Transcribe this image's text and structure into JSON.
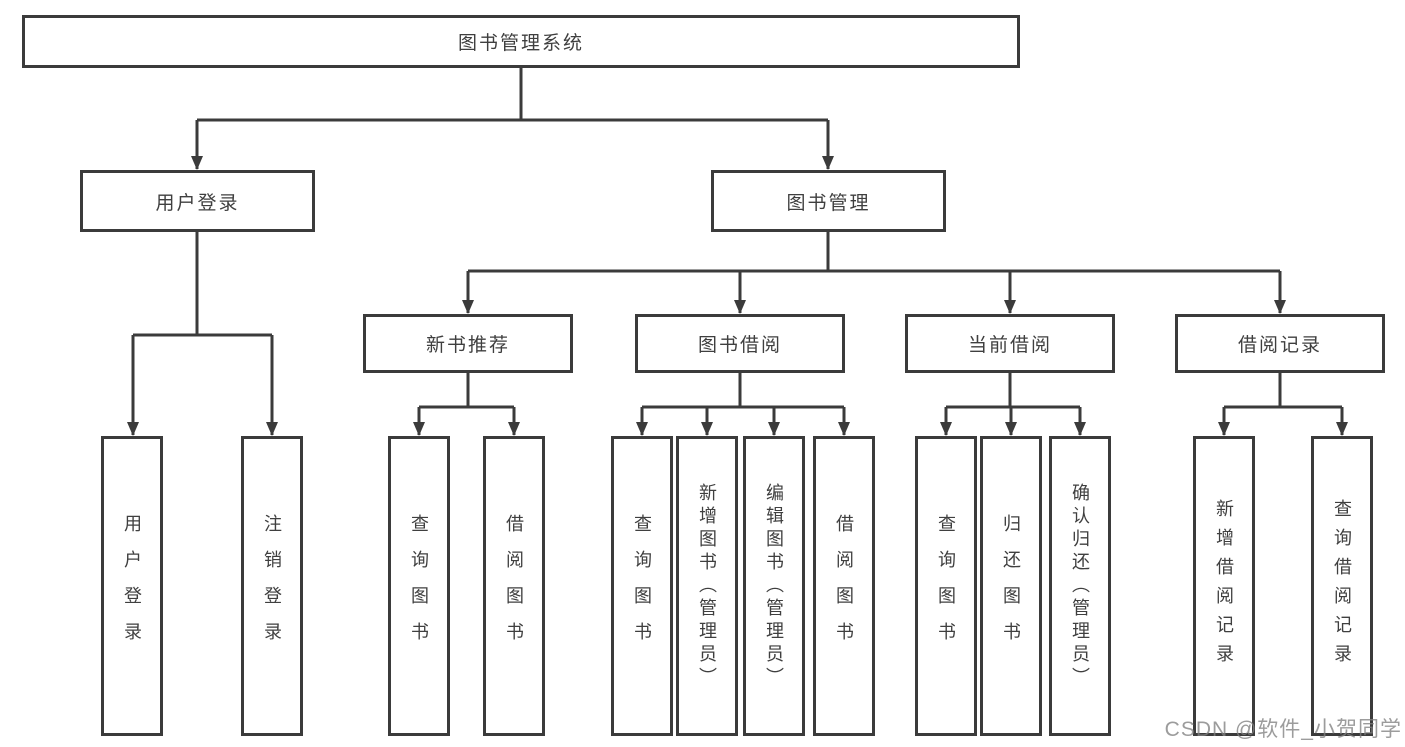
{
  "diagram": {
    "title": "图书管理系统",
    "root": {
      "label": "图书管理系统"
    },
    "level2": [
      {
        "id": "user-login",
        "label": "用户登录"
      },
      {
        "id": "book-management",
        "label": "图书管理"
      }
    ],
    "level3": [
      {
        "id": "new-book-recommendation",
        "label": "新书推荐",
        "parent": "图书管理"
      },
      {
        "id": "book-borrowing",
        "label": "图书借阅",
        "parent": "图书管理"
      },
      {
        "id": "current-borrowing",
        "label": "当前借阅",
        "parent": "图书管理"
      },
      {
        "id": "borrowing-records",
        "label": "借阅记录",
        "parent": "图书管理"
      }
    ],
    "leaves": [
      {
        "label": "用户登录",
        "parent": "用户登录"
      },
      {
        "label": "注销登录",
        "parent": "用户登录"
      },
      {
        "label": "查询图书",
        "parent": "新书推荐"
      },
      {
        "label": "借阅图书",
        "parent": "新书推荐"
      },
      {
        "label": "查询图书",
        "parent": "图书借阅"
      },
      {
        "label": "新增图书（管理员）",
        "parent": "图书借阅"
      },
      {
        "label": "编辑图书（管理员）",
        "parent": "图书借阅"
      },
      {
        "label": "借阅图书",
        "parent": "图书借阅"
      },
      {
        "label": "查询图书",
        "parent": "当前借阅"
      },
      {
        "label": "归还图书",
        "parent": "当前借阅"
      },
      {
        "label": "确认归还（管理员）",
        "parent": "当前借阅"
      },
      {
        "label": "新增借阅记录",
        "parent": "借阅记录"
      },
      {
        "label": "查询借阅记录",
        "parent": "借阅记录"
      }
    ],
    "colors": {
      "line": "#3b3b3b",
      "box_border": "#3b3b3b",
      "text": "#3f3f3f",
      "background": "#ffffff",
      "watermark": "#8c8c8c"
    }
  },
  "watermark": {
    "text": "CSDN @软件_小贺同学"
  }
}
